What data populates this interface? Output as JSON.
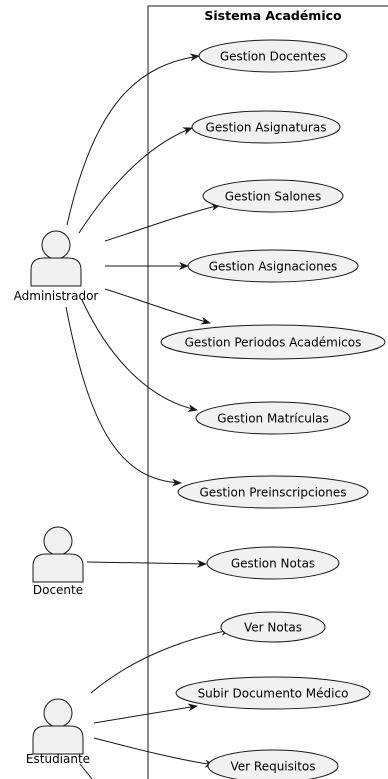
{
  "system": {
    "title": "Sistema Académico"
  },
  "actors": [
    {
      "id": "admin",
      "label": "Administrador"
    },
    {
      "id": "docente",
      "label": "Docente"
    },
    {
      "id": "estudiante",
      "label": "Estudiante"
    }
  ],
  "use_cases": [
    {
      "id": "uc1",
      "label": "Gestion Docentes"
    },
    {
      "id": "uc2",
      "label": "Gestion Asignaturas"
    },
    {
      "id": "uc3",
      "label": "Gestion Salones"
    },
    {
      "id": "uc4",
      "label": "Gestion Asignaciones"
    },
    {
      "id": "uc5",
      "label": "Gestion Periodos Académicos"
    },
    {
      "id": "uc6",
      "label": "Gestion Matrículas"
    },
    {
      "id": "uc7",
      "label": "Gestion Preinscripciones"
    },
    {
      "id": "uc8",
      "label": "Gestion Notas"
    },
    {
      "id": "uc9",
      "label": "Ver Notas"
    },
    {
      "id": "uc10",
      "label": "Subir Documento Médico"
    },
    {
      "id": "uc11",
      "label": "Ver Requisitos"
    }
  ],
  "associations": [
    {
      "from": "admin",
      "to": "uc1"
    },
    {
      "from": "admin",
      "to": "uc2"
    },
    {
      "from": "admin",
      "to": "uc3"
    },
    {
      "from": "admin",
      "to": "uc4"
    },
    {
      "from": "admin",
      "to": "uc5"
    },
    {
      "from": "admin",
      "to": "uc6"
    },
    {
      "from": "admin",
      "to": "uc7"
    },
    {
      "from": "docente",
      "to": "uc8"
    },
    {
      "from": "estudiante",
      "to": "uc9"
    },
    {
      "from": "estudiante",
      "to": "uc10"
    },
    {
      "from": "estudiante",
      "to": "uc11"
    }
  ],
  "colors": {
    "ellipse_fill": "#f1f1f1",
    "actor_fill": "#f1f1f1",
    "stroke": "#181818",
    "line": "#181818"
  }
}
